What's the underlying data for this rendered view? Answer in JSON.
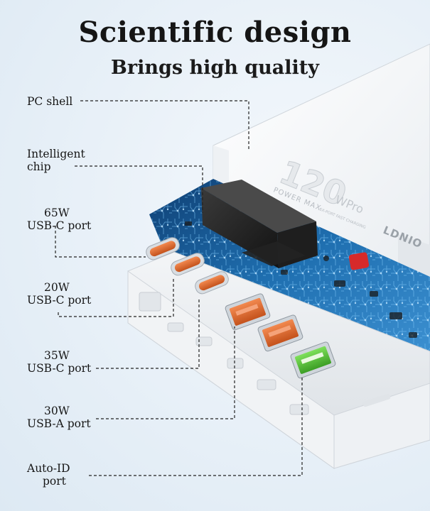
{
  "header": {
    "title": "Scientific design",
    "subtitle": "Brings high quality"
  },
  "labels": {
    "pc_shell": "PC shell",
    "chip_line1": "Intelligent",
    "chip_line2": "chip",
    "c65_line1": "65W",
    "c65_line2": "USB-C port",
    "c20_line1": "20W",
    "c20_line2": "USB-C port",
    "c35_line1": "35W",
    "c35_line2": "USB-C port",
    "a30_line1": "30W",
    "a30_line2": "USB-A port",
    "auto_line1": "Auto-ID",
    "auto_line2": "port"
  },
  "product": {
    "power_value": "120",
    "power_unit": "W",
    "power_suffix": "Pro",
    "power_caption": "POWER MAX",
    "charging_caption": "6X-PORT FAST CHARGING",
    "brand": "LDNIO"
  },
  "colors": {
    "pcb_blue": "#1f6fb0",
    "port_orange": "#e1682c",
    "auto_id_green": "#55c23a",
    "chip_black": "#2a2a2a",
    "red_component": "#d62a2a"
  }
}
